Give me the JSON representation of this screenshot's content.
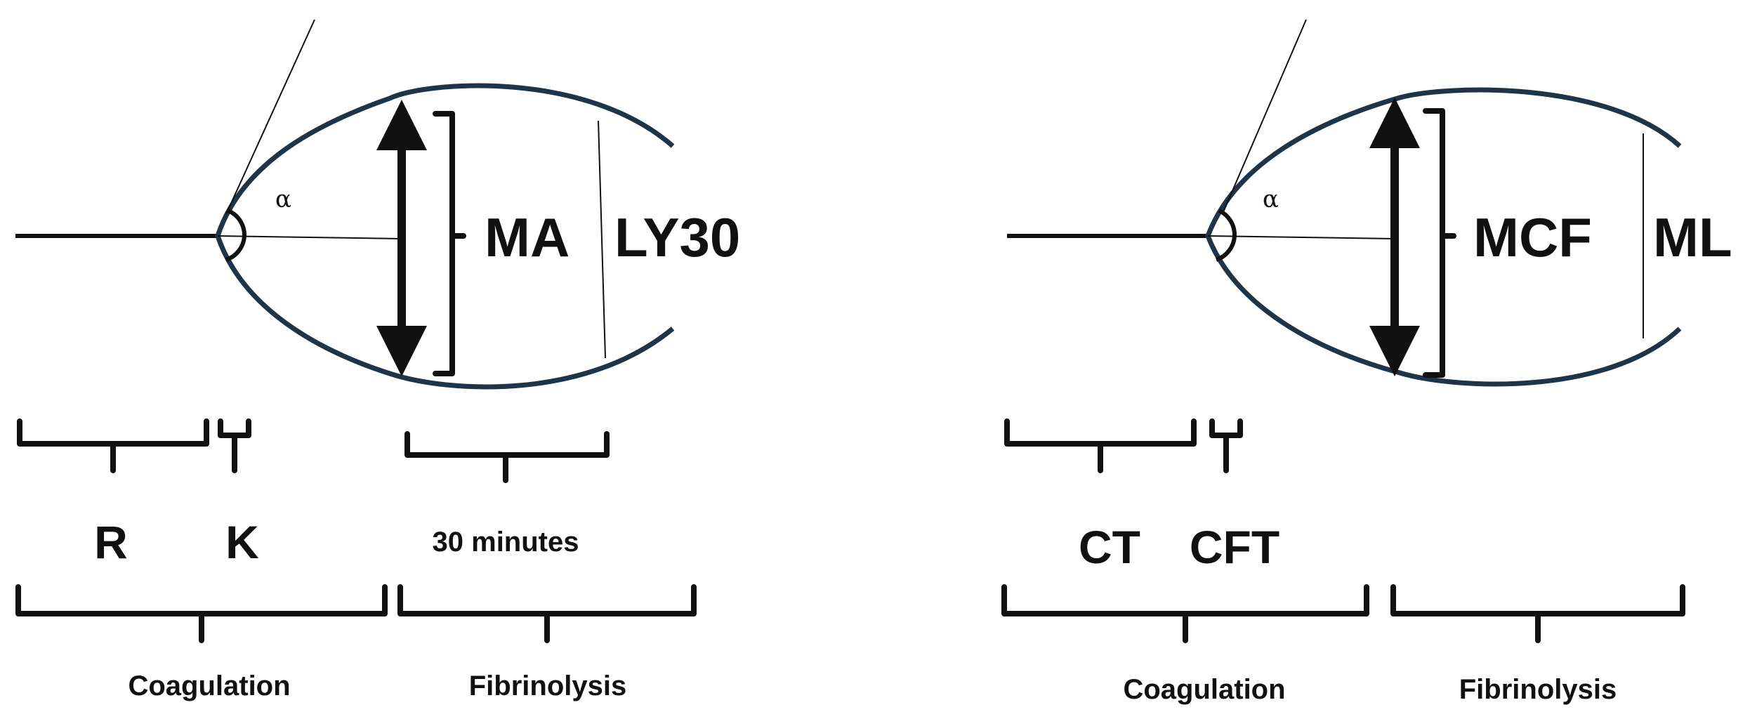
{
  "panels": [
    {
      "angle_symbol": "α",
      "amplitude_label": "MA",
      "lysis_label": "LY30",
      "time_labels": [
        "R",
        "K"
      ],
      "interval_label": "30 minutes",
      "phase_labels": [
        "Coagulation",
        "Fibrinolysis"
      ]
    },
    {
      "angle_symbol": "α",
      "amplitude_label": "MCF",
      "lysis_label": "ML",
      "time_labels": [
        "CT",
        "CFT"
      ],
      "phase_labels": [
        "Coagulation",
        "Fibrinolysis"
      ]
    }
  ],
  "colors": {
    "curve": "#1e3448",
    "ink": "#111111"
  }
}
